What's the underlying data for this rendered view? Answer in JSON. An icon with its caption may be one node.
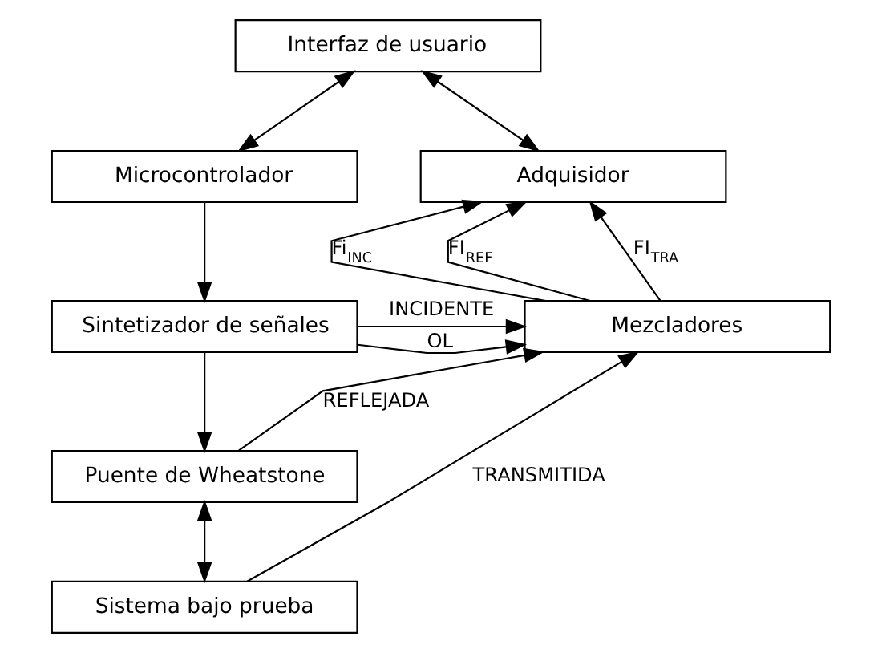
{
  "diagram": {
    "nodes": [
      {
        "text": [
          "Interfaz de usuario"
        ]
      },
      {
        "text": [
          "Microcontrolador"
        ]
      },
      {
        "text": [
          "Adquisidor"
        ]
      },
      {
        "text": [
          "Sintetizador de señales"
        ]
      },
      {
        "text": [
          "Mezcladores"
        ]
      },
      {
        "text": [
          "Puente de Wheatstone"
        ]
      },
      {
        "text": [
          "Sistema bajo prueba"
        ]
      }
    ],
    "edges": [
      {
        "from": 0,
        "to": 1,
        "arrow": "both"
      },
      {
        "from": 0,
        "to": 2,
        "arrow": "both"
      },
      {
        "from": 1,
        "to": 3,
        "arrow": "to"
      },
      {
        "from": 3,
        "to": 4,
        "arrow": "to",
        "label": "OL"
      },
      {
        "from": 3,
        "to": 5,
        "arrow": "to"
      },
      {
        "from": 3,
        "to": 4,
        "arrow": "to",
        "label": "INCIDENTE"
      },
      {
        "from": 5,
        "to": 4,
        "arrow": "to",
        "label": "REFLEJADA"
      },
      {
        "from": 5,
        "to": 6,
        "arrow": "both"
      },
      {
        "from": 6,
        "to": 4,
        "arrow": "to",
        "label": "TRANSMITIDA"
      },
      {
        "from": 4,
        "to": 2,
        "arrow": "to",
        "label": "Fi$_{INC}$"
      },
      {
        "from": 4,
        "to": 2,
        "arrow": "to",
        "label": "FI$_{REF}$"
      },
      {
        "from": 4,
        "to": 2,
        "arrow": "to",
        "label": "FI$_{TRA}$"
      }
    ]
  }
}
